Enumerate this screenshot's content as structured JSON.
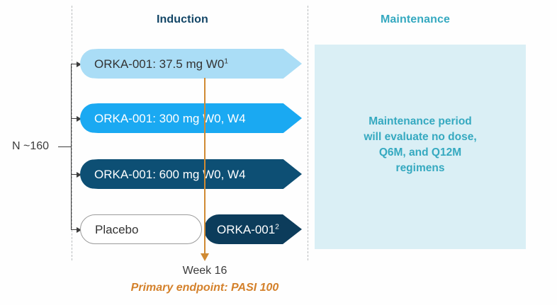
{
  "diagram": {
    "title_induction": "Induction",
    "title_maintenance": "Maintenance",
    "enrollment_label": "N ~160",
    "week_label": "Week 16",
    "primary_endpoint_label": "Primary endpoint: PASI 100",
    "arms": [
      {
        "label": "ORKA-001: 37.5 mg W0",
        "superscript": "1",
        "fill": "#aaddf6",
        "text_color": "#333333"
      },
      {
        "label": "ORKA-001: 300 mg W0, W4",
        "superscript": "",
        "fill": "#1aa9f2",
        "text_color": "#ffffff"
      },
      {
        "label": "ORKA-001: 600 mg W0, W4",
        "superscript": "",
        "fill": "#0d4f74",
        "text_color": "#ffffff"
      }
    ],
    "placebo": {
      "label": "Placebo",
      "crossover_label": "ORKA-001",
      "crossover_superscript": "2"
    },
    "maintenance_body": "Maintenance period\nwill evaluate no dose,\nQ6M, and Q12M\nregimens"
  },
  "colors": {
    "induction_header": "#124566",
    "maintenance_header": "#35a9c0",
    "maintenance_panel": "#daeff5",
    "endpoint_orange": "#d4812b",
    "arm_light_blue": "#aaddf6",
    "arm_bright_blue": "#1aa9f2",
    "arm_dark_blue": "#0d4f74",
    "crossover_navy": "#0c3c5b"
  }
}
